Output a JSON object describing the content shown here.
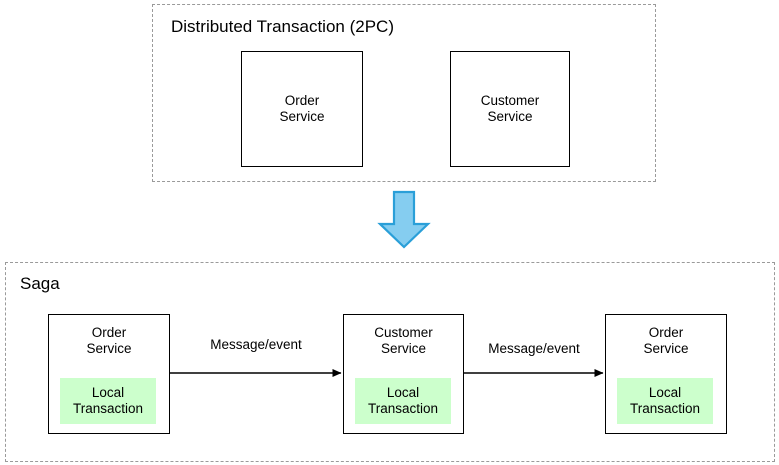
{
  "diagram": {
    "title_top": "Distributed Transaction (2PC)",
    "title_bottom": "Saga",
    "colors": {
      "local_transaction_fill": "#ccffcc",
      "transition_arrow_fill": "#85cdf0",
      "transition_arrow_stroke": "#2a9fd8",
      "box_stroke": "#000000",
      "group_stroke": "#9a9a9a"
    },
    "top_section": {
      "label": "Distributed Transaction (2PC)",
      "services": [
        {
          "name": "Order\nService"
        },
        {
          "name": "Customer\nService"
        }
      ]
    },
    "transition": {
      "icon": "down-arrow-icon"
    },
    "bottom_section": {
      "label": "Saga",
      "services": [
        {
          "name": "Order\nService",
          "local_transaction": "Local\nTransaction"
        },
        {
          "name": "Customer\nService",
          "local_transaction": "Local\nTransaction"
        },
        {
          "name": "Order\nService",
          "local_transaction": "Local\nTransaction"
        }
      ],
      "edges": [
        {
          "label": "Message/event"
        },
        {
          "label": "Message/event"
        }
      ]
    }
  }
}
